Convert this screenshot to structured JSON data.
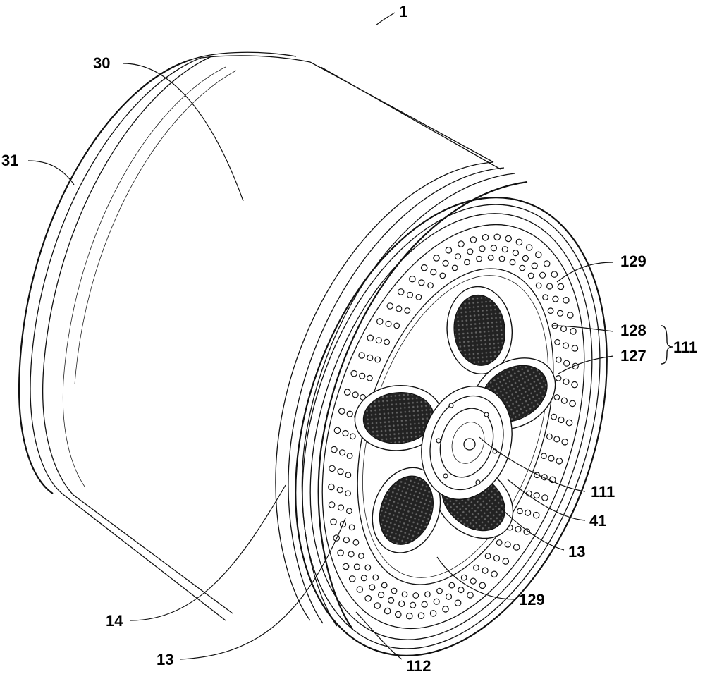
{
  "labels": {
    "l1": "1",
    "l30": "30",
    "l31": "31",
    "l129_top": "129",
    "l128": "128",
    "l127": "127",
    "l111_group": "111",
    "l111": "111",
    "l41": "41",
    "l13_right": "13",
    "l129_bottom": "129",
    "l14": "14",
    "l13_left": "13",
    "l112": "112"
  }
}
